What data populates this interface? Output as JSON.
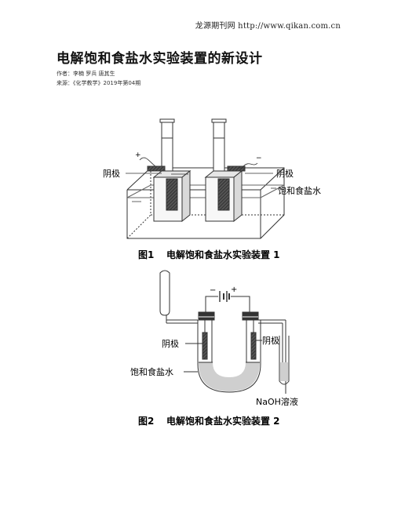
{
  "header": {
    "site": "龙源期刊网 http://www.qikan.com.cn"
  },
  "article": {
    "title": "电解饱和食盐水实验装置的新设计",
    "author": "作者：李楠 罗兵 唐其生",
    "source": "来源：《化学教学》2019年第04期"
  },
  "figure1": {
    "plus_sign": "+",
    "minus_sign": "−",
    "label_left": "阴极",
    "label_right": "阴极",
    "label_solution": "饱和食盐水",
    "caption_num": "图1",
    "caption_text": "电解饱和食盐水实验装置 1"
  },
  "figure2": {
    "minus_sign": "−",
    "plus_sign": "+",
    "label_left": "阴极",
    "label_right": "阴极",
    "label_solution": "饱和食盐水",
    "label_naoh": "NaOH溶液",
    "caption_num": "图2",
    "caption_text": "电解饱和食盐水实验装置 2"
  }
}
